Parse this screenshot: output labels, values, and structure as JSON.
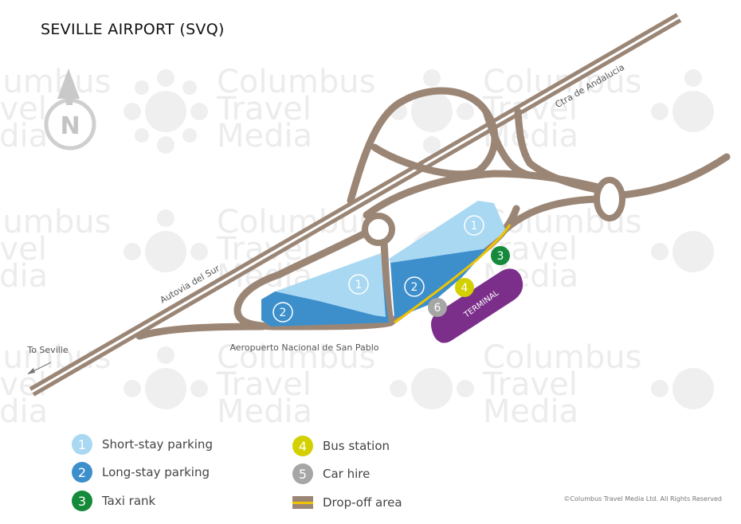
{
  "title": "SEVILLE AIRPORT (SVQ)",
  "compass": {
    "letter": "N",
    "icon": "north-arrow-icon"
  },
  "watermark": "Columbus\nTravel\nMedia",
  "roads": {
    "autovia": "Autovia del Sur",
    "ctra": "Ctra de Andalucia",
    "aeropuerto": "Aeropuerto Nacional de San Pablo",
    "to_seville": "To Seville"
  },
  "terminal_label": "TERMINAL",
  "markers": {
    "short_a": "1",
    "short_b": "1",
    "long_a": "2",
    "long_b": "2",
    "taxi": "3",
    "bus": "4",
    "car": "6"
  },
  "legend": [
    {
      "num": "1",
      "label": "Short-stay parking",
      "color": "#a9d8f2"
    },
    {
      "num": "2",
      "label": "Long-stay parking",
      "color": "#3d8fcc"
    },
    {
      "num": "3",
      "label": "Taxi rank",
      "color": "#148a3a"
    },
    {
      "num": "4",
      "label": "Bus station",
      "color": "#d3d000"
    },
    {
      "num": "5",
      "label": "Car hire",
      "color": "#a6a6a6"
    },
    {
      "num": "",
      "label": "Drop-off area",
      "color": "#9b8676"
    }
  ],
  "copyright": "©Columbus Travel Media Ltd. All Rights Reserved",
  "colors": {
    "road": "#9b8676",
    "short": "#a9d8f2",
    "long": "#3d8fcc",
    "terminal": "#7b2f8a",
    "taxi": "#148a3a",
    "bus": "#d3d000",
    "car": "#a6a6a6",
    "dropoff": "#f0c400"
  }
}
